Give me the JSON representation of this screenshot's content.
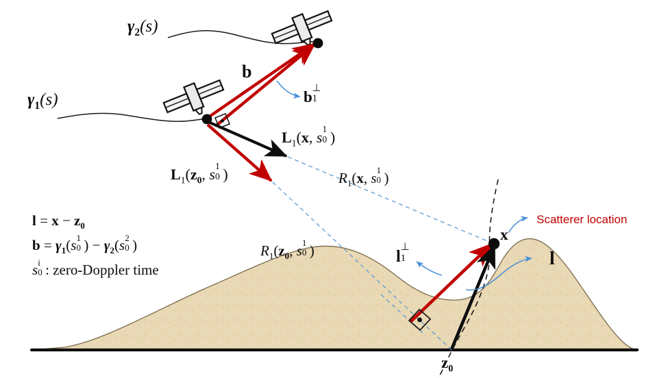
{
  "figure": {
    "domain": "sar-interferometry-geometry-diagram",
    "background_color": "#ffffff"
  },
  "colors": {
    "terrain_fill": "#e9d8b4",
    "terrain_outline": "#6b5a3e",
    "ground_line": "#0d0d0d",
    "red_vector": "#c00000",
    "black_vector": "#0d0d0d",
    "blue_dashed": "#5b9bd5",
    "blue_callout": "#4a90d9",
    "callout_text": "#c00000",
    "satellite_body": "#e8e8e8",
    "satellite_outline": "#0d0d0d",
    "dashed_arc": "#1a1a1a"
  },
  "trajectories": {
    "upper": {
      "label_gamma": "γ",
      "label_sub": "2",
      "label_arg": "(s)"
    },
    "lower": {
      "label_gamma": "γ",
      "label_sub": "1",
      "label_arg": "(s)"
    }
  },
  "vectors": {
    "baseline": {
      "symbol": "b"
    },
    "baseline_perp": {
      "symbol": "b",
      "sub": "1",
      "sup": "⊥"
    },
    "look_x": {
      "symbol": "L",
      "sub": "1",
      "arg_open": "(",
      "arg_x": "x",
      "arg_comma": ", ",
      "arg_s": "s",
      "arg_s_sub": "0",
      "arg_s_sup": "1",
      "arg_close": ")"
    },
    "look_z0": {
      "symbol": "L",
      "sub": "1",
      "arg_open": "(",
      "arg_x": "z",
      "arg_x_sub": "0",
      "arg_comma": ", ",
      "arg_s": "s",
      "arg_s_sub": "0",
      "arg_s_sup": "1",
      "arg_close": ")"
    },
    "range_x": {
      "symbol": "R",
      "sub": "1",
      "arg_open": "(",
      "arg_x": "x",
      "arg_comma": ", ",
      "arg_s": "s",
      "arg_s_sub": "0",
      "arg_s_sup": "1",
      "arg_close": ")"
    },
    "range_z0": {
      "symbol": "R",
      "sub": "1",
      "arg_open": "(",
      "arg_x": "z",
      "arg_x_sub": "0",
      "arg_comma": ", ",
      "arg_s": "s",
      "arg_s_sub": "0",
      "arg_s_sup": "1",
      "arg_close": ")"
    },
    "l_perp": {
      "symbol": "l",
      "sub": "1",
      "sup": "⊥"
    },
    "l": {
      "symbol": "l"
    }
  },
  "points": {
    "scatterer": {
      "symbol": "x"
    },
    "reference": {
      "symbol": "z",
      "sub": "0"
    }
  },
  "callouts": [
    {
      "name": "scatterer-location",
      "text": "Scatterer location"
    }
  ],
  "legend": {
    "line1": {
      "lhs": "l",
      "eq": " = ",
      "a": "x",
      "minus": " − ",
      "b": "z",
      "b_sub": "0"
    },
    "line2": {
      "lhs": "b",
      "eq": " = ",
      "g1": "γ",
      "g1_sub": "1",
      "p1o": "(",
      "s1": "s",
      "s1_sub": "0",
      "s1_sup": "1",
      "p1c": ")",
      "minus": " − ",
      "g2": "γ",
      "g2_sub": "2",
      "p2o": "(",
      "s2": "s",
      "s2_sub": "0",
      "s2_sup": "2",
      "p2c": ")"
    },
    "line3": {
      "s": "s",
      "s_sub": "0",
      "s_sup": "i",
      "text": ": zero-Doppler time"
    }
  }
}
